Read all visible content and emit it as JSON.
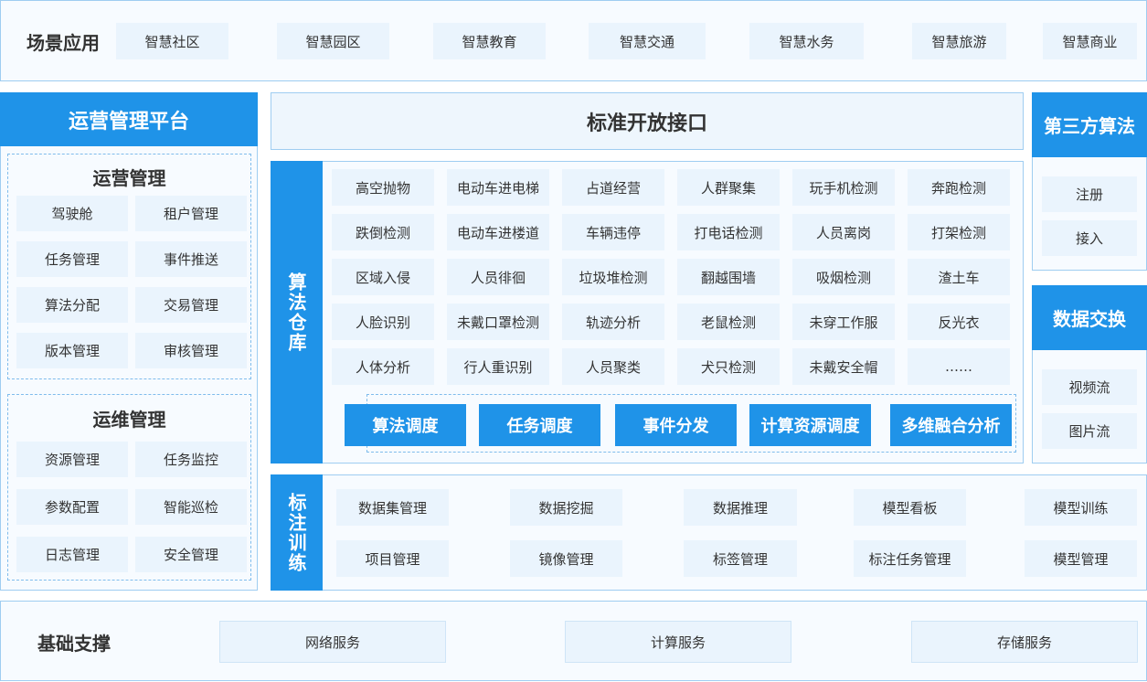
{
  "scenario": {
    "title": "场景应用",
    "items": [
      "智慧社区",
      "智慧园区",
      "智慧教育",
      "智慧交通",
      "智慧水务",
      "智慧旅游",
      "智慧商业"
    ]
  },
  "ops_platform": {
    "title": "运营管理平台",
    "operation": {
      "title": "运营管理",
      "items": [
        "驾驶舱",
        "租户管理",
        "任务管理",
        "事件推送",
        "算法分配",
        "交易管理",
        "版本管理",
        "审核管理"
      ]
    },
    "maintenance": {
      "title": "运维管理",
      "items": [
        "资源管理",
        "任务监控",
        "参数配置",
        "智能巡检",
        "日志管理",
        "安全管理"
      ]
    }
  },
  "open_api": {
    "title": "标准开放接口"
  },
  "algorithm_warehouse": {
    "title": "算法仓库",
    "items": [
      "高空抛物",
      "电动车进电梯",
      "占道经营",
      "人群聚集",
      "玩手机检测",
      "奔跑检测",
      "跌倒检测",
      "电动车进楼道",
      "车辆违停",
      "打电话检测",
      "人员离岗",
      "打架检测",
      "区域入侵",
      "人员徘徊",
      "垃圾堆检测",
      "翻越围墙",
      "吸烟检测",
      "渣土车",
      "人脸识别",
      "未戴口罩检测",
      "轨迹分析",
      "老鼠检测",
      "未穿工作服",
      "反光衣",
      "人体分析",
      "行人重识别",
      "人员聚类",
      "犬只检测",
      "未戴安全帽",
      "……"
    ],
    "actions": [
      "算法调度",
      "任务调度",
      "事件分发",
      "计算资源调度",
      "多维融合分析"
    ]
  },
  "third_party": {
    "title": "第三方算法",
    "items": [
      "注册",
      "接入"
    ]
  },
  "data_exchange": {
    "title": "数据交换",
    "items": [
      "视频流",
      "图片流"
    ]
  },
  "annotation": {
    "title": "标注训练",
    "items": [
      "数据集管理",
      "数据挖掘",
      "数据推理",
      "模型看板",
      "模型训练",
      "项目管理",
      "镜像管理",
      "标签管理",
      "标注任务管理",
      "模型管理"
    ]
  },
  "foundation": {
    "title": "基础支撑",
    "items": [
      "网络服务",
      "计算服务",
      "存储服务"
    ]
  },
  "colors": {
    "accent": "#1f93e8",
    "tile": "#eaf4fd",
    "border": "#9fcdf1"
  }
}
